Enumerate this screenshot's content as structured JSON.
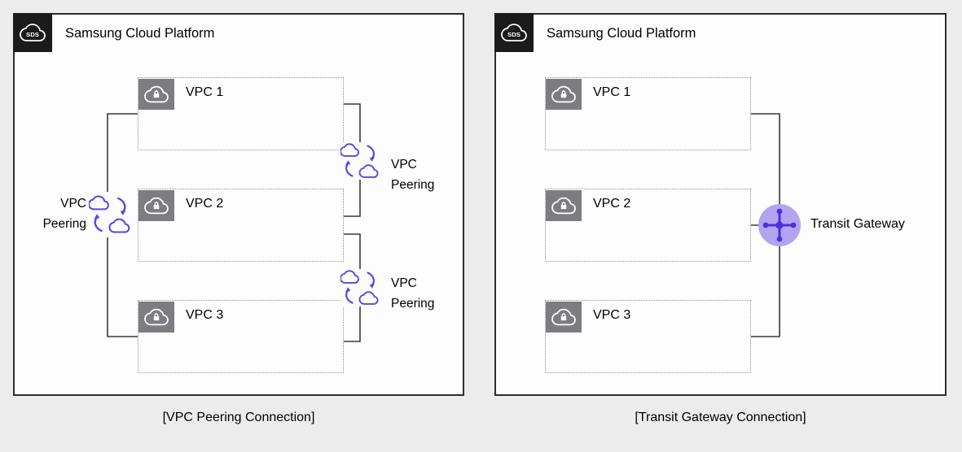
{
  "colors": {
    "page_bg": "#ececec",
    "panel_bg": "#fdfdfd",
    "panel_border": "#2d2d2d",
    "badge_bg": "#1b1b1b",
    "vpc_icon_bg": "#7c7c82",
    "dotted_box_border": "#8f8f8f",
    "connection_line": "#3a3a3a",
    "peering_purple": "#5b45e0",
    "gateway_purple_light": "#b3a4f0",
    "gateway_purple_dark": "#4b31da"
  },
  "left_panel": {
    "logo_text": "SDS",
    "title": "Samsung Cloud Platform",
    "vpcs": [
      "VPC 1",
      "VPC 2",
      "VPC 3"
    ],
    "peering_left_label": "VPC Peering",
    "peering_right_top_label": "VPC Peering",
    "peering_right_bottom_label": "VPC Peering",
    "caption": "[VPC Peering Connection]"
  },
  "right_panel": {
    "logo_text": "SDS",
    "title": "Samsung Cloud Platform",
    "vpcs": [
      "VPC 1",
      "VPC 2",
      "VPC 3"
    ],
    "gateway_label": "Transit Gateway",
    "caption": "[Transit Gateway Connection]"
  }
}
